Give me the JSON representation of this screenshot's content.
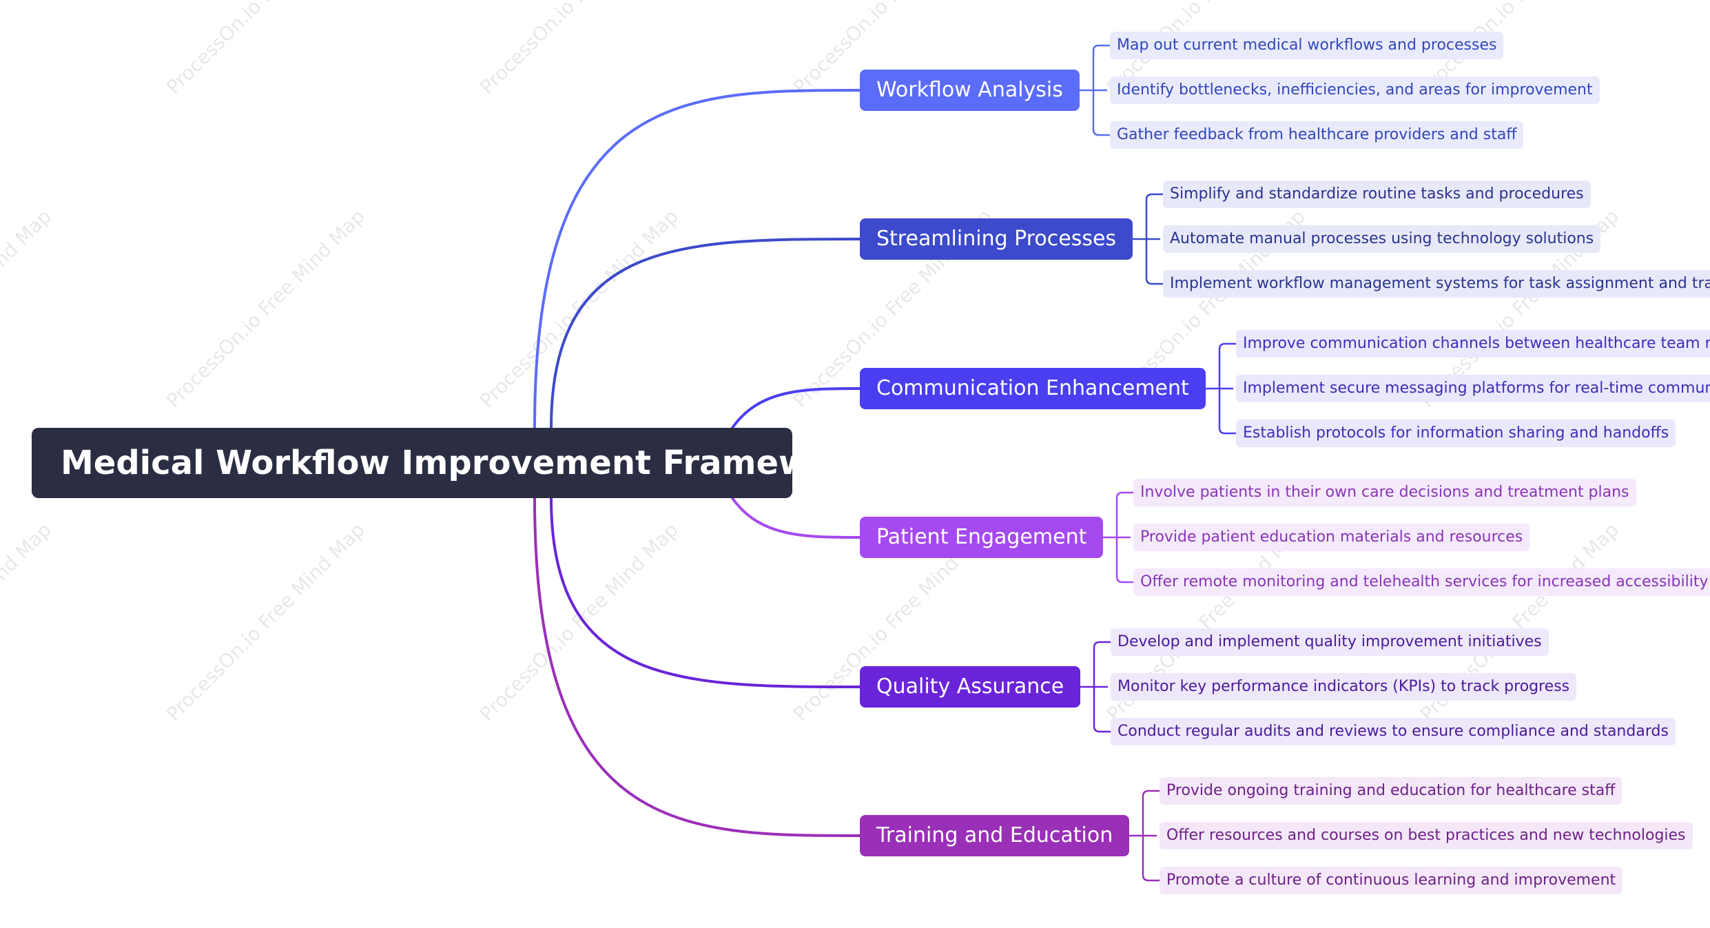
{
  "root": {
    "label": "Medical Workflow Improvement Framework"
  },
  "watermark": "ProcessOn.io Free Mind Map",
  "branches": [
    {
      "label": "Workflow Analysis",
      "color": "#5b6cf9",
      "leaf_bg": "#e9ebfc",
      "leaf_text": "#3346b8",
      "children": [
        "Map out current medical workflows and processes",
        "Identify bottlenecks, inefficiencies, and areas for improvement",
        "Gather feedback from healthcare providers and staff"
      ]
    },
    {
      "label": "Streamlining Processes",
      "color": "#3c4acb",
      "leaf_bg": "#e8e9f8",
      "leaf_text": "#2a3390",
      "children": [
        "Simplify and standardize routine tasks and procedures",
        "Automate manual processes using technology solutions",
        "Implement workflow management systems for task assignment and tracking"
      ]
    },
    {
      "label": "Communication Enhancement",
      "color": "#4a3ef0",
      "leaf_bg": "#eae8fc",
      "leaf_text": "#3a2fb8",
      "children": [
        "Improve communication channels between healthcare team members",
        "Implement secure messaging platforms for real-time communication",
        "Establish protocols for information sharing and handoffs"
      ]
    },
    {
      "label": "Patient Engagement",
      "color": "#a549f0",
      "leaf_bg": "#f4eafc",
      "leaf_text": "#8a35b8",
      "children": [
        "Involve patients in their own care decisions and treatment plans",
        "Provide patient education materials and resources",
        "Offer remote monitoring and telehealth services for increased accessibility"
      ]
    },
    {
      "label": "Quality Assurance",
      "color": "#6a24d9",
      "leaf_bg": "#eee8fa",
      "leaf_text": "#4a1a9a",
      "children": [
        "Develop and implement quality improvement initiatives",
        "Monitor key performance indicators (KPIs) to track progress",
        "Conduct regular audits and reviews to ensure compliance and standards"
      ]
    },
    {
      "label": "Training and Education",
      "color": "#9a2fb8",
      "leaf_bg": "#f4e8f8",
      "leaf_text": "#6e2088",
      "children": [
        "Provide ongoing training and education for healthcare staff",
        "Offer resources and courses on best practices and new technologies",
        "Promote a culture of continuous learning and improvement"
      ]
    }
  ]
}
